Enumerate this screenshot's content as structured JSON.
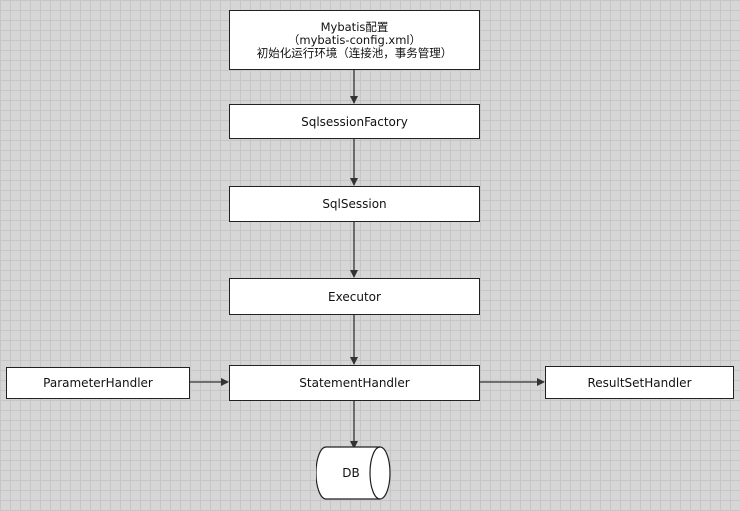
{
  "nodes": {
    "config": {
      "line1": "Mybatis配置",
      "line2": "（mybatis-config.xml）",
      "line3": "初始化运行环境（连接池，事务管理）"
    },
    "sqlsession_factory": "SqlsessionFactory",
    "sqlsession": "SqlSession",
    "executor": "Executor",
    "statement_handler": "StatementHandler",
    "parameter_handler": "ParameterHandler",
    "resultset_handler": "ResultSetHandler",
    "db": "DB"
  }
}
